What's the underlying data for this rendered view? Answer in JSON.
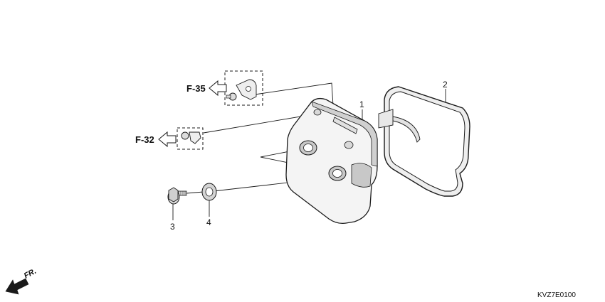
{
  "callouts": {
    "cover": "1",
    "gasket": "2",
    "bolt": "3",
    "washer": "4"
  },
  "refs": {
    "upper": "F-35",
    "lower": "F-32"
  },
  "front_marker": "FR.",
  "diagram_code": "KVZ7E0100",
  "colors": {
    "line": "#1a1a1a",
    "shade": "#c8c8c8",
    "part_fill": "#f4f4f4",
    "gasket_fill": "#eeeeee"
  }
}
